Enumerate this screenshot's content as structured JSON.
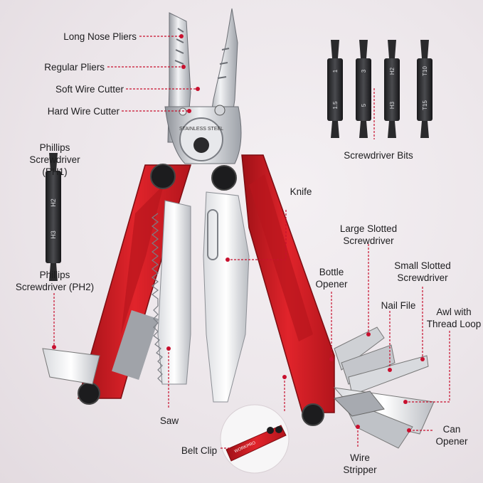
{
  "colors": {
    "accent": "#d21d24",
    "line": "#c8102e",
    "steel": "#c9ccd2",
    "dark": "#1b1b1d",
    "bg": "#ece6ea"
  },
  "labels": {
    "long_nose_pliers": "Long Nose Pliers",
    "regular_pliers": "Regular Pliers",
    "soft_wire_cutter": "Soft Wire Cutter",
    "hard_wire_cutter": "Hard Wire Cutter",
    "phillips_ph1": "Phillips\nScrewdriver (PH1)",
    "phillips_ph2": "Phillips\nScrewdriver (PH2)",
    "screwdriver_bits": "Screwdriver Bits",
    "knife": "Knife",
    "large_slotted": "Large Slotted\nScrewdriver",
    "small_slotted": "Small Slotted\nScrewdriver",
    "bottle_opener": "Bottle\nOpener",
    "nail_file": "Nail File",
    "awl": "Awl with\nThread Loop",
    "can_opener": "Can\nOpener",
    "saw": "Saw",
    "belt_clip": "Belt Clip",
    "wire_stripper": "Wire\nStripper"
  },
  "bits": [
    {
      "top": "1",
      "bottom": "1.5"
    },
    {
      "top": "3",
      "bottom": "5"
    },
    {
      "top": "H2",
      "bottom": "H3"
    },
    {
      "top": "T10",
      "bottom": "T15"
    }
  ],
  "ph_bit": {
    "top": "H2",
    "bottom": "H3"
  },
  "plier_stamp": "STAINLESS STEEL",
  "clip_stamp": "WORKPRO"
}
